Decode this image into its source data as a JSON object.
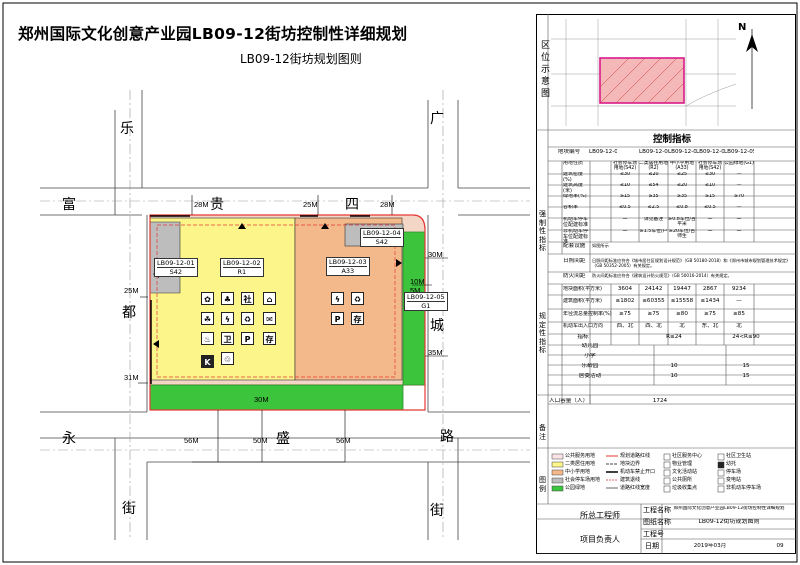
{
  "header": {
    "title": "郑州国际文化创意产业园LB09-12街坊控制性详细规划",
    "subtitle": "LB09-12街坊规划图则"
  },
  "streets": {
    "le": "乐",
    "du": "都",
    "jie_left": "街",
    "guang": "广",
    "cheng": "城",
    "lu": "路",
    "fu": "富",
    "gui": "贵",
    "si": "四",
    "yong": "永",
    "sheng": "盛",
    "jie_bottom": "街"
  },
  "dims": {
    "d28_left": "28M",
    "d25_top": "25M",
    "d28_right": "28M",
    "d25_left": "25M",
    "d31": "31M",
    "d30_right": "30M",
    "d10": "10M",
    "d5": "5M",
    "d35": "35M",
    "d30_mid": "30M",
    "d56_a": "56M",
    "d50": "50M",
    "d56_b": "56M"
  },
  "plots": [
    {
      "code": "LB09-12-01",
      "use": "S42"
    },
    {
      "code": "LB09-12-02",
      "use": "R1"
    },
    {
      "code": "LB09-12-03",
      "use": "A33"
    },
    {
      "code": "LB09-12-04",
      "use": "S42"
    },
    {
      "code": "LB09-12-05",
      "use": "G1"
    }
  ],
  "facilities": {
    "r1": [
      "✿",
      "♣",
      "☘",
      "社",
      "⌂",
      "♨",
      "ϟ",
      "♻",
      "✉",
      "卫",
      "P",
      "存",
      "♲",
      "K"
    ],
    "a33": [
      "ϟ",
      "♻",
      "P",
      "存"
    ]
  },
  "panel": {
    "location_label": "区位示意图",
    "control_title": "控制指标",
    "control_group": "强制性指标",
    "guide_group": "规定性指标",
    "note_label": "备注",
    "legend_label": "图例",
    "population_label": "人口容量（人）",
    "population_value": "1724",
    "headers": [
      "地块编号",
      "LB09-12-01",
      "LB09-12-02",
      "LB09-12-03",
      "LB09-12-04",
      "LB09-12-05"
    ],
    "rows": [
      [
        "用地性质",
        "社会停车场用地(S42)",
        "二类居住用地(R2)",
        "中小学用地(A33)",
        "社会停车场用地(S42)",
        "公园绿地(G1)"
      ],
      [
        "建筑密度(%)",
        "≤30",
        "≤20",
        "≤25",
        "≤30",
        "—"
      ],
      [
        "建筑高度(米)",
        "≤10",
        "≤54",
        "≤20",
        "≤10",
        "—"
      ],
      [
        "绿地率(%)",
        "≥15",
        "≥35",
        "≥35",
        "≥15",
        "≥70"
      ],
      [
        "容积率",
        "≤0.5",
        "≤2.5",
        "≤0.8",
        "≤0.5",
        "—"
      ],
      [
        "机动车停车位配建标准",
        "—",
        "详见备注",
        "≥0.8车位/百平米",
        "—",
        "—"
      ],
      [
        "非机动车停车位配建标准",
        "—",
        "≥1.5车位/户",
        "≥20车位/百师生",
        "—",
        "—"
      ],
      [
        "配套设施",
        "如图所示"
      ],
      [
        "日照间距",
        "日照间距标准应符合《城市居住区规划设计规范》（GB 50180-2018）和《郑州市城市规划管理技术规定》（GB 50352-2005）有关规定。"
      ],
      [
        "防火间距",
        "防火间距标准应符合《建筑设计防火规范》（GB 50016-2014）有关规定。"
      ],
      [
        "地块面积(平方米)",
        "3604",
        "24142",
        "19447",
        "2867",
        "9234"
      ],
      [
        "建筑面积(平方米)",
        "≤1802",
        "≤60355",
        "≤15558",
        "≤1434",
        "—"
      ],
      [
        "年径流总量控制率(%)",
        "≥75",
        "≥75",
        "≥80",
        "≥75",
        "≥85"
      ],
      [
        "机动车出入口方向",
        "西、北",
        "西、北",
        "北",
        "东、北",
        "北"
      ]
    ],
    "sub_headers": [
      "指标",
      "R≤24",
      "24<R≤90"
    ],
    "sub_rows": [
      [
        "幼儿园",
        "",
        ""
      ],
      [
        "小学",
        "",
        ""
      ],
      [
        "乐龄园",
        "10",
        "15"
      ],
      [
        "居委活动",
        "10",
        "15"
      ]
    ],
    "legend": [
      "公共服务用地",
      "二类居住用地",
      "中小学用地",
      "社会停车场用地",
      "公园绿地",
      "规划道路红线",
      "地块边界",
      "机动车禁止开口",
      "建筑退线",
      "道路红线宽度",
      "社区服务中心",
      "物业管理",
      "文化活动站",
      "公共厕所",
      "垃圾收集点",
      "社区卫生站",
      "幼托",
      "停车场",
      "变电站",
      "非机动车停车场"
    ],
    "sign": {
      "project_name_label": "工程名称",
      "project_name": "郑州国际文化创意产业园LB09-12街坊控制性详细规划",
      "chief_engineer": "所总工程师",
      "project_leader": "项目负责人",
      "drawing_name_label": "图纸名称",
      "drawing_name": "LB09-12街坊规划图则",
      "project_no_label": "工程号",
      "date_label": "日期",
      "date": "2019年03月",
      "sheet": "09"
    }
  },
  "colors": {
    "yellow": "#fbf58a",
    "orange": "#f4b98a",
    "gray": "#bdbdbd",
    "green": "#3cc43c",
    "peach": "#f4d6c6",
    "red": "#e53935",
    "magenta": "#d81b8a"
  }
}
